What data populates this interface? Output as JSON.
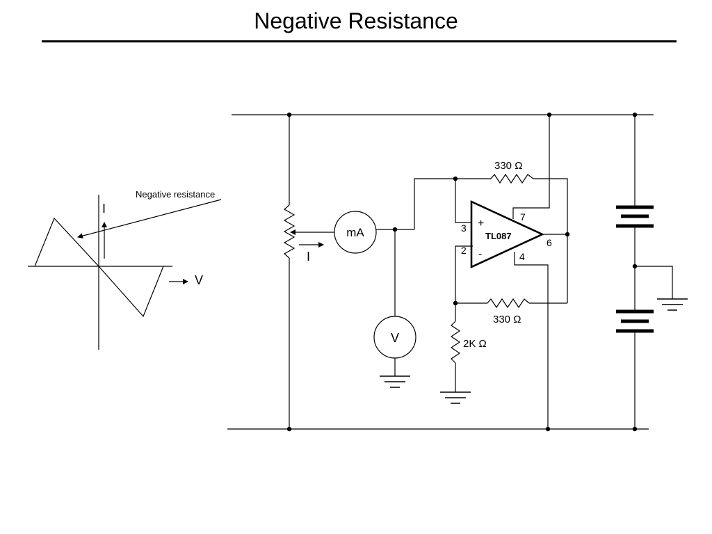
{
  "title": "Negative Resistance",
  "graph": {
    "annotation": "Negative resistance",
    "y_axis_label": "I",
    "x_axis_label": "V"
  },
  "circuit": {
    "ammeter_label": "mA",
    "voltmeter_label": "V",
    "current_label": "I",
    "opamp": {
      "name": "TL087",
      "plus_sign": "+",
      "minus_sign": "-",
      "pin_noninverting": "3",
      "pin_inverting": "2",
      "pin_output": "6",
      "pin_vplus": "7",
      "pin_vminus": "4"
    },
    "resistor_top": "330 Ω",
    "resistor_bottom": "330 Ω",
    "resistor_ground": "2K Ω"
  }
}
